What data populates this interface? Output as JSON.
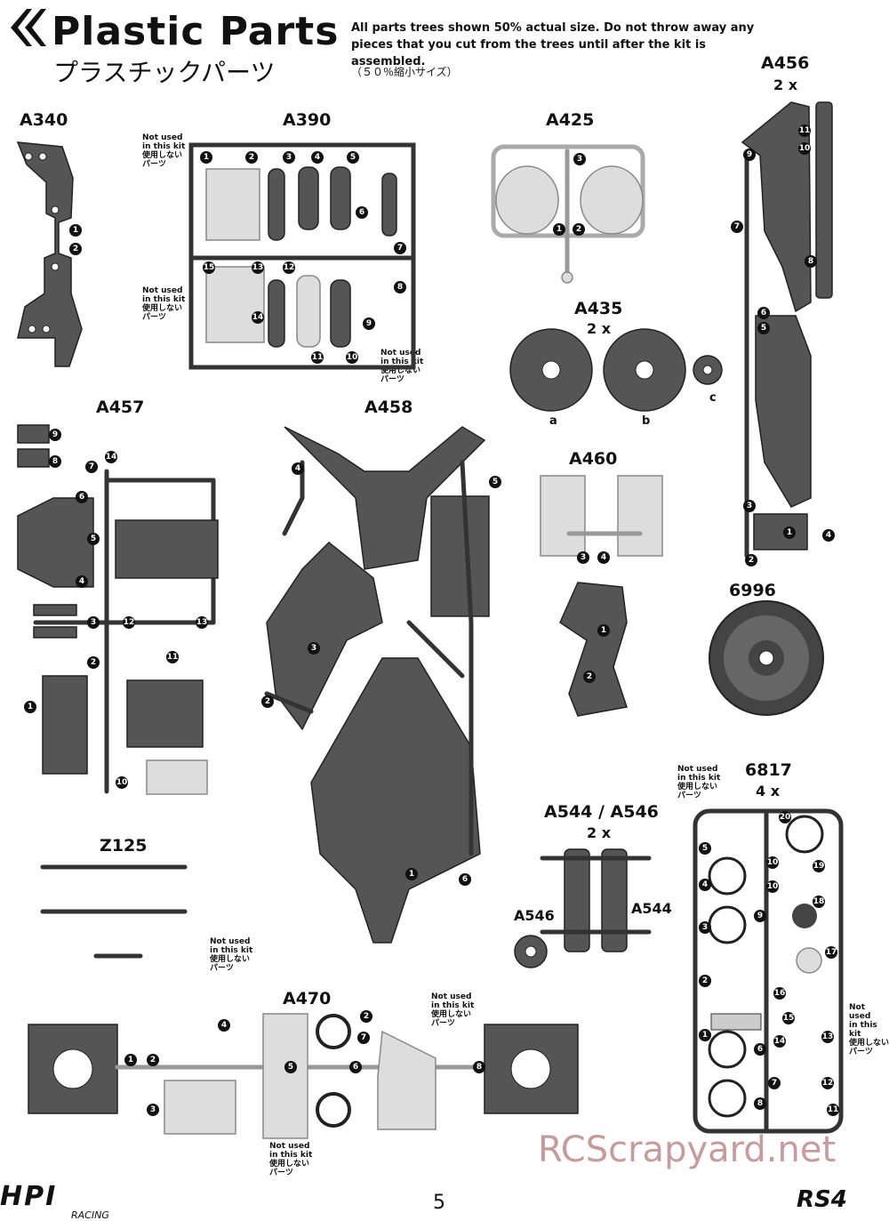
{
  "header": {
    "title": "Plastic Parts",
    "title_jp": "プラスチックパーツ",
    "note": "All parts trees shown 50% actual size. Do not throw away any pieces that you cut from the trees until after the kit is assembled.",
    "note_jp": "（５０％縮小サイズ）"
  },
  "labels": {
    "a340": "A340",
    "a390": "A390",
    "a425": "A425",
    "a456": "A456",
    "a456_qty": "2 x",
    "a435": "A435",
    "a435_qty": "2 x",
    "a435_a": "a",
    "a435_b": "b",
    "a435_c": "c",
    "a457": "A457",
    "a458": "A458",
    "a460": "A460",
    "g6996": "6996",
    "g6817": "6817",
    "g6817_qty": "4 x",
    "a544": "A544 / A546",
    "a544_qty": "2 x",
    "a546_side": "A546",
    "a544_side": "A544",
    "z125": "Z125",
    "a470": "A470"
  },
  "not_used": {
    "line1": "Not used",
    "line2": "in this kit",
    "line3": "使用しない",
    "line4": "パーツ"
  },
  "footer": {
    "watermark": "RCScrapyard.net",
    "page": "5",
    "brand_left": "HPI",
    "brand_left_sub": "RACING",
    "brand_right": "RS4"
  }
}
